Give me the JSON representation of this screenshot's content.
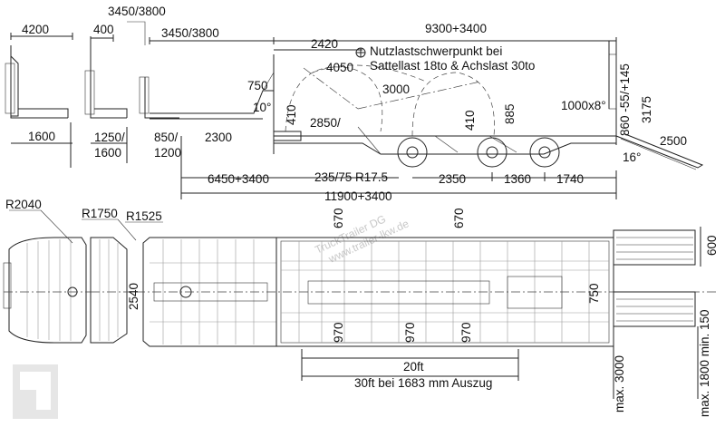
{
  "labels": {
    "top_left_dim": "4200",
    "dim_400": "400",
    "dim_3450_3800_a": "3450/3800",
    "dim_3450_3800_b": "3450/3800",
    "dim_9300": "9300+3400",
    "dim_2420": "2420",
    "note_line1": "Nutzlastschwerpunkt bei",
    "note_line2": "Sattellast 18to & Achslast 30to",
    "dim_4050": "4050",
    "dim_750": "750",
    "dim_3000": "3000",
    "dim_10deg": "10°",
    "dim_410a": "410",
    "dim_410b": "410",
    "dim_885": "885",
    "dim_1000x8": "1000x8°",
    "dim_860": "860 -55/+145",
    "dim_3175": "3175",
    "dim_2850": "2850/",
    "dim_1600": "1600",
    "dim_1250": "1250/",
    "dim_1600b": "1600",
    "dim_850": "850/",
    "dim_1200": "1200",
    "dim_2300": "2300",
    "dim_2500": "2500",
    "dim_16deg": "16°",
    "dim_6450": "6450+3400",
    "dim_tire": "235/75 R17.5",
    "dim_2350": "2350",
    "dim_1360": "1360",
    "dim_1740": "1740",
    "dim_11900": "11900+3400",
    "dim_r2040": "R2040",
    "dim_r1750": "R1750",
    "dim_r1525": "R1525",
    "dim_670a": "670",
    "dim_670b": "670",
    "dim_2540": "2540",
    "dim_600": "600",
    "dim_750b": "750",
    "dim_970a": "970",
    "dim_970b": "970",
    "dim_970c": "970",
    "dim_20ft": "20ft",
    "dim_30ft": "30ft bei 1683 mm Auszug",
    "dim_max3000": "max. 3000",
    "dim_max1800": "max. 1800 min. 150",
    "watermark1": "TruckTrailer DG",
    "watermark2": "www.trailer-lkw.de"
  },
  "colors": {
    "line": "#222222",
    "watermark": "#c8c8c8",
    "background": "#ffffff"
  }
}
